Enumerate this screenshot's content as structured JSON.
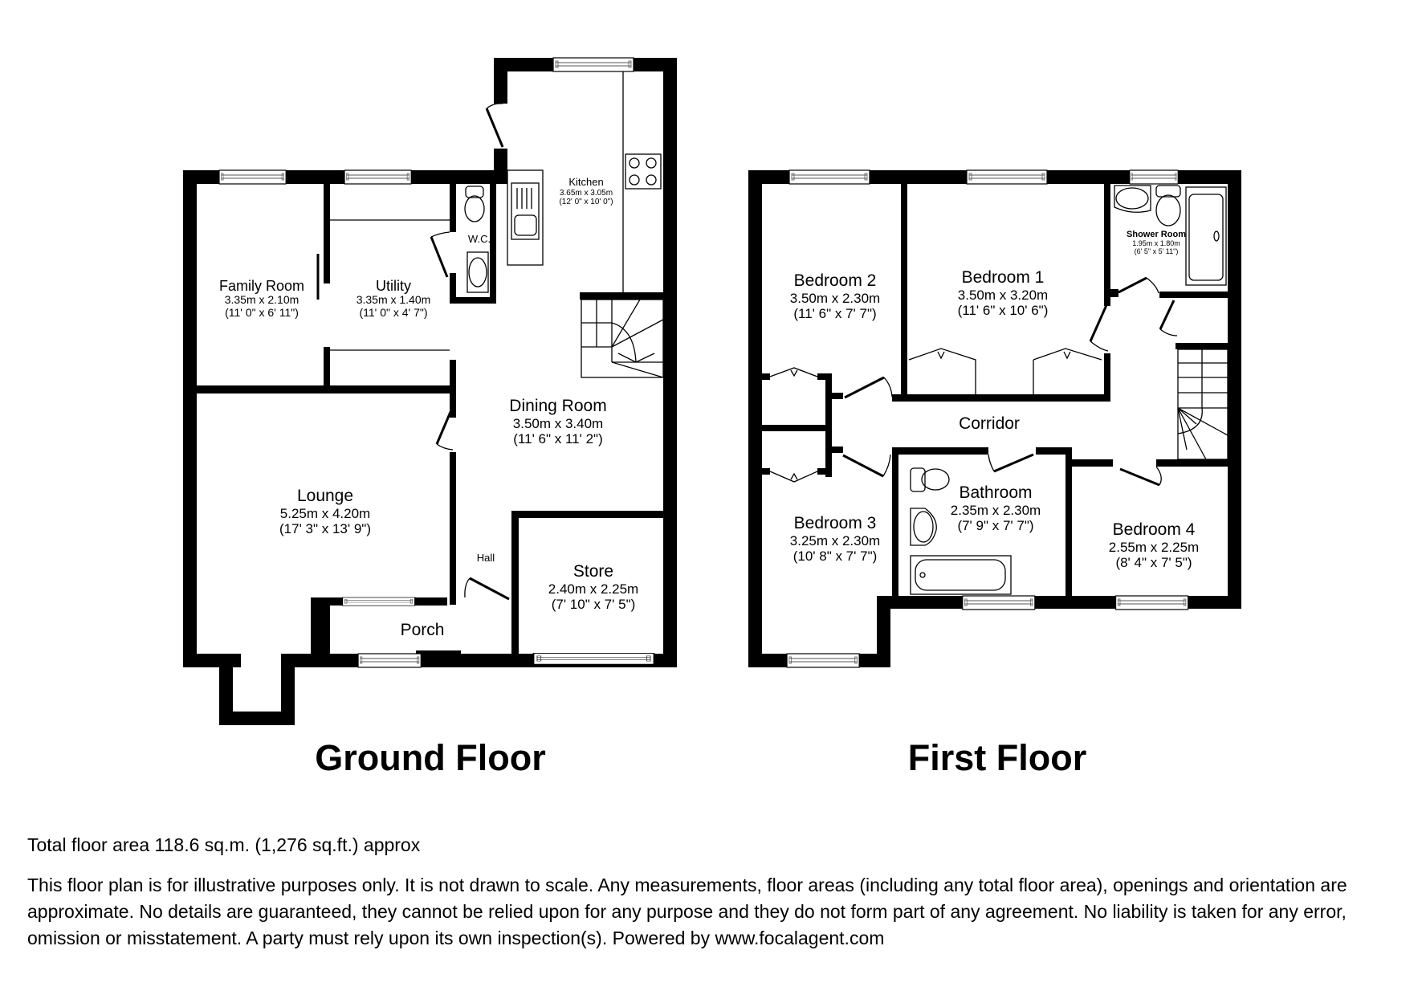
{
  "ground_floor": {
    "title": "Ground Floor",
    "rooms": {
      "kitchen": {
        "name": "Kitchen",
        "metric": "3.65m x 3.05m",
        "imperial": "(12' 0\" x 10' 0\")"
      },
      "wc": {
        "name": "W.C."
      },
      "family_room": {
        "name": "Family Room",
        "metric": "3.35m x 2.10m",
        "imperial": "(11' 0\" x 6' 11\")"
      },
      "utility": {
        "name": "Utility",
        "metric": "3.35m x 1.40m",
        "imperial": "(11' 0\" x 4' 7\")"
      },
      "dining_room": {
        "name": "Dining Room",
        "metric": "3.50m x 3.40m",
        "imperial": "(11' 6\" x 11' 2\")"
      },
      "lounge": {
        "name": "Lounge",
        "metric": "5.25m x 4.20m",
        "imperial": "(17' 3\" x 13' 9\")"
      },
      "hall": {
        "name": "Hall"
      },
      "store": {
        "name": "Store",
        "metric": "2.40m x 2.25m",
        "imperial": "(7' 10\" x 7' 5\")"
      },
      "porch": {
        "name": "Porch"
      }
    }
  },
  "first_floor": {
    "title": "First Floor",
    "rooms": {
      "bedroom_2": {
        "name": "Bedroom 2",
        "metric": "3.50m x 2.30m",
        "imperial": "(11' 6\" x 7' 7\")"
      },
      "bedroom_1": {
        "name": "Bedroom 1",
        "metric": "3.50m x 3.20m",
        "imperial": "(11' 6\" x 10' 6\")"
      },
      "shower_room": {
        "name": "Shower Room",
        "metric": "1.95m x 1.80m",
        "imperial": "(6' 5\" x 5' 11\")"
      },
      "corridor": {
        "name": "Corridor"
      },
      "bedroom_3": {
        "name": "Bedroom 3",
        "metric": "3.25m x 2.30m",
        "imperial": "(10' 8\" x 7' 7\")"
      },
      "bathroom": {
        "name": "Bathroom",
        "metric": "2.35m x 2.30m",
        "imperial": "(7' 9\" x 7' 7\")"
      },
      "bedroom_4": {
        "name": "Bedroom 4",
        "metric": "2.55m x 2.25m",
        "imperial": "(8' 4\" x 7' 5\")"
      }
    }
  },
  "footer": {
    "total_area": "Total floor area 118.6 sq.m. (1,276 sq.ft.) approx",
    "disclaimer": "This floor plan is for illustrative purposes only. It is not drawn to scale. Any measurements, floor areas (including any total floor area), openings and orientation are approximate. No details are guaranteed, they cannot be relied upon for any purpose and they do not form part of any agreement. No liability is taken for any error, omission or misstatement. A party must rely upon its own inspection(s). Powered by www.focalagent.com"
  },
  "colors": {
    "wall": "#000000",
    "background": "#ffffff",
    "fixture_line": "#333333"
  }
}
